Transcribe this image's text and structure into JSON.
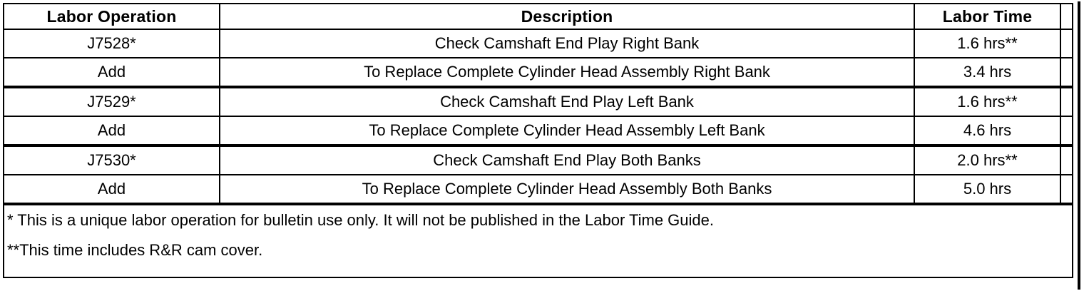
{
  "table": {
    "columns": [
      {
        "key": "labor_operation",
        "header": "Labor Operation"
      },
      {
        "key": "description",
        "header": "Description"
      },
      {
        "key": "labor_time",
        "header": "Labor Time"
      },
      {
        "key": "spacer",
        "header": ""
      }
    ],
    "rows": [
      {
        "labor_operation": "J7528*",
        "description": "Check Camshaft End Play Right Bank",
        "labor_time": "1.6 hrs**"
      },
      {
        "labor_operation": "Add",
        "description": "To Replace Complete Cylinder Head Assembly Right Bank",
        "labor_time": "3.4 hrs"
      },
      {
        "labor_operation": "J7529*",
        "description": "Check Camshaft End Play Left Bank",
        "labor_time": "1.6 hrs**"
      },
      {
        "labor_operation": "Add",
        "description": "To Replace Complete Cylinder Head Assembly Left Bank",
        "labor_time": "4.6 hrs"
      },
      {
        "labor_operation": "J7530*",
        "description": "Check Camshaft End Play Both Banks",
        "labor_time": "2.0 hrs**"
      },
      {
        "labor_operation": "Add",
        "description": "To Replace Complete Cylinder Head Assembly Both Banks",
        "labor_time": "5.0 hrs"
      }
    ],
    "footnotes": [
      "* This is a unique labor operation for bulletin use only. It will not be published in the Labor Time Guide.",
      "**This time includes R&R cam cover."
    ]
  },
  "colors": {
    "rule": "#000000",
    "text": "#000000",
    "background": "#ffffff"
  }
}
